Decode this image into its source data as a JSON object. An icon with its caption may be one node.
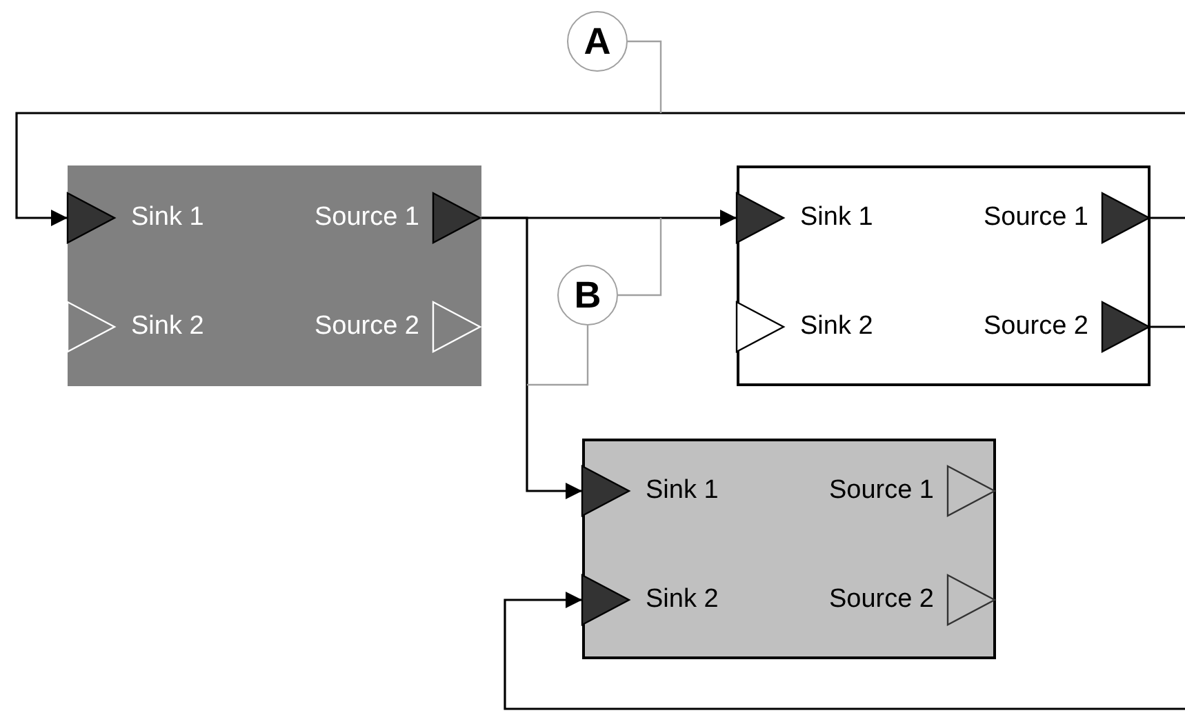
{
  "diagram": {
    "nodes": [
      {
        "text": [],
        "shape": "box"
      },
      {
        "text": [
          "Sink 1"
        ],
        "in": 0
      },
      {
        "text": [
          "Source 1"
        ],
        "in": 0
      },
      {
        "text": [
          "Sink 2"
        ],
        "in": 0
      },
      {
        "text": [
          "Source 2"
        ],
        "in": 0
      },
      {
        "text": [],
        "shape": "box"
      },
      {
        "text": [
          "Sink 1"
        ],
        "in": 5
      },
      {
        "text": [
          "Source 1"
        ],
        "in": 5
      },
      {
        "text": [
          "Sink 2"
        ],
        "in": 5
      },
      {
        "text": [
          "Source 2"
        ],
        "in": 5
      },
      {
        "text": [],
        "shape": "box"
      },
      {
        "text": [
          "Sink 1"
        ],
        "in": 10
      },
      {
        "text": [
          "Source 1"
        ],
        "in": 10
      },
      {
        "text": [
          "Sink 2"
        ],
        "in": 10
      },
      {
        "text": [
          "Source 2"
        ],
        "in": 10
      },
      {
        "text": [
          "A"
        ]
      },
      {
        "text": [
          "B"
        ]
      }
    ],
    "edges": [
      {
        "from": null,
        "to": 1,
        "arrow": "to"
      },
      {
        "from": 2,
        "to": 6,
        "arrow": "to"
      },
      {
        "from": 2,
        "to": 11,
        "arrow": "to"
      },
      {
        "from": 7,
        "to": null,
        "arrow": "none"
      },
      {
        "from": 9,
        "to": null,
        "arrow": "none"
      },
      {
        "from": null,
        "to": 13,
        "arrow": "to"
      },
      {
        "from": 15,
        "to": null,
        "arrow": "none",
        "color": "#a0a0a0"
      },
      {
        "from": 16,
        "to": null,
        "arrow": "none",
        "color": "#a0a0a0"
      },
      {
        "from": 16,
        "to": null,
        "arrow": "none",
        "color": "#a0a0a0"
      }
    ]
  }
}
